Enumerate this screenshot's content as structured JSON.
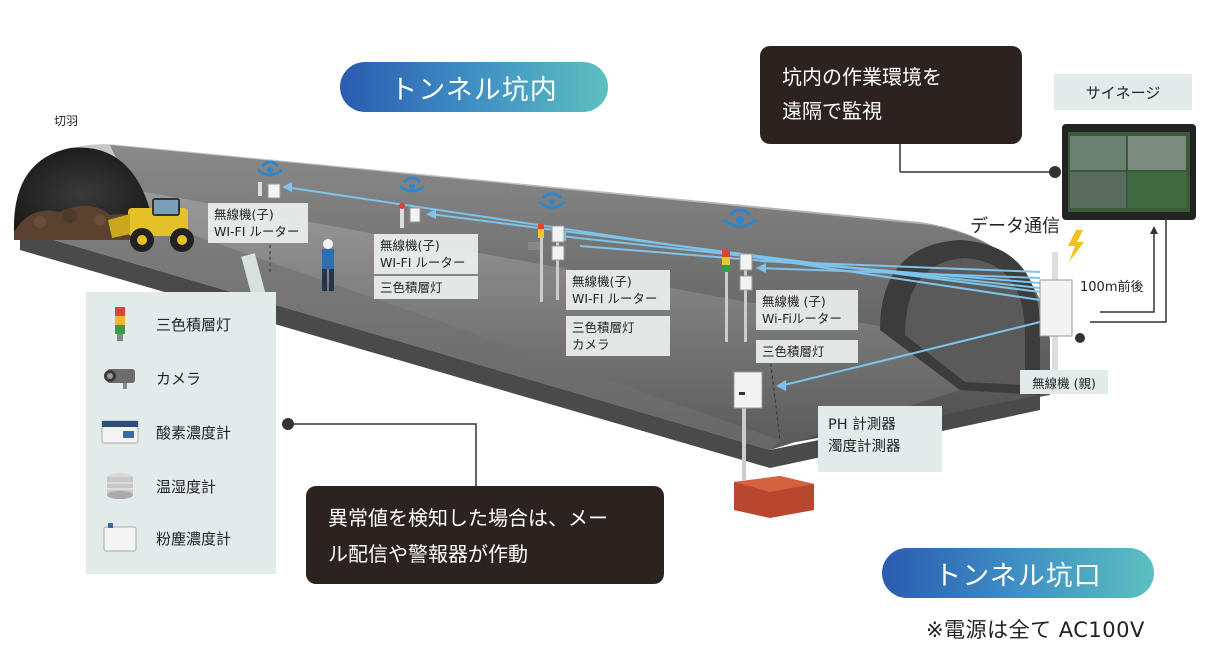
{
  "title_inside": "トンネル坑内",
  "title_portal": "トンネル坑口",
  "monitor_box": {
    "line1": "坑内の作業環境を",
    "line2": "遠隔で監視"
  },
  "alert_box": {
    "line1": "異常値を検知した場合は、メー",
    "line2": "ル配信や警報器が作動"
  },
  "signage_label": "サイネージ",
  "face_label": "切羽",
  "data_comm_label": "データ通信",
  "distance_label": "100m前後",
  "power_note": "※電源は全て AC100V",
  "parent_unit_label": "無線機 (親)",
  "ph_labels": {
    "line1": "PH 計測器",
    "line2": "濁度計測器"
  },
  "child_units": [
    {
      "line1": "無線機(子)",
      "line2": "WI-FI ルーター"
    },
    {
      "line1": "無線機(子)",
      "line2": "WI-FI ルーター",
      "sub1": "三色積層灯"
    },
    {
      "line1": "無線機(子)",
      "line2": "WI-FI ルーター",
      "sub1": "三色積層灯",
      "sub2": "カメラ"
    },
    {
      "line1": "無線機 (子)",
      "line2": "Wi-Fiルーター",
      "sub1": "三色積層灯"
    }
  ],
  "legend": [
    {
      "label": "三色積層灯",
      "icon": "stack-light-icon"
    },
    {
      "label": "カメラ",
      "icon": "camera-icon"
    },
    {
      "label": "酸素濃度計",
      "icon": "oxygen-meter-icon"
    },
    {
      "label": "温湿度計",
      "icon": "thermo-hygrometer-icon"
    },
    {
      "label": "粉塵濃度計",
      "icon": "dust-meter-icon"
    }
  ],
  "colors": {
    "pill_start": "#2a5bb0",
    "pill_end": "#5cc0c0",
    "dark_box": "#2c2321",
    "tunnel": "#6b6b6b",
    "signal_line": "#7ec3ea",
    "wifi": "#2f86c8",
    "panel": "#e1ebea"
  }
}
